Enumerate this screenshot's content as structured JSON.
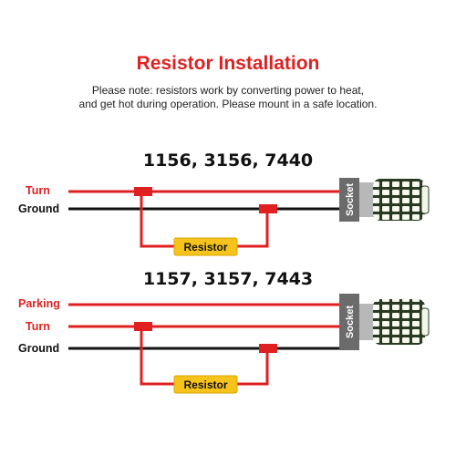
{
  "title": "Resistor Installation",
  "note": {
    "line1": "Please note: resistors work by converting power to heat,",
    "line2": "and get hot during operation. Please mount in a safe location."
  },
  "colors": {
    "red": "#e02020",
    "black": "#111111",
    "resistor_fill": "#f6c21c",
    "socket": "#6b6b6b"
  },
  "diagram1": {
    "heading": "1156, 3156, 7440",
    "wires": [
      {
        "label": "Turn",
        "color": "red"
      },
      {
        "label": "Ground",
        "color": "black"
      }
    ],
    "resistor_label": "Resistor",
    "socket_label": "Socket"
  },
  "diagram2": {
    "heading": "1157, 3157, 7443",
    "wires": [
      {
        "label": "Parking",
        "color": "red"
      },
      {
        "label": "Turn",
        "color": "red"
      },
      {
        "label": "Ground",
        "color": "black"
      }
    ],
    "resistor_label": "Resistor",
    "socket_label": "Socket"
  }
}
